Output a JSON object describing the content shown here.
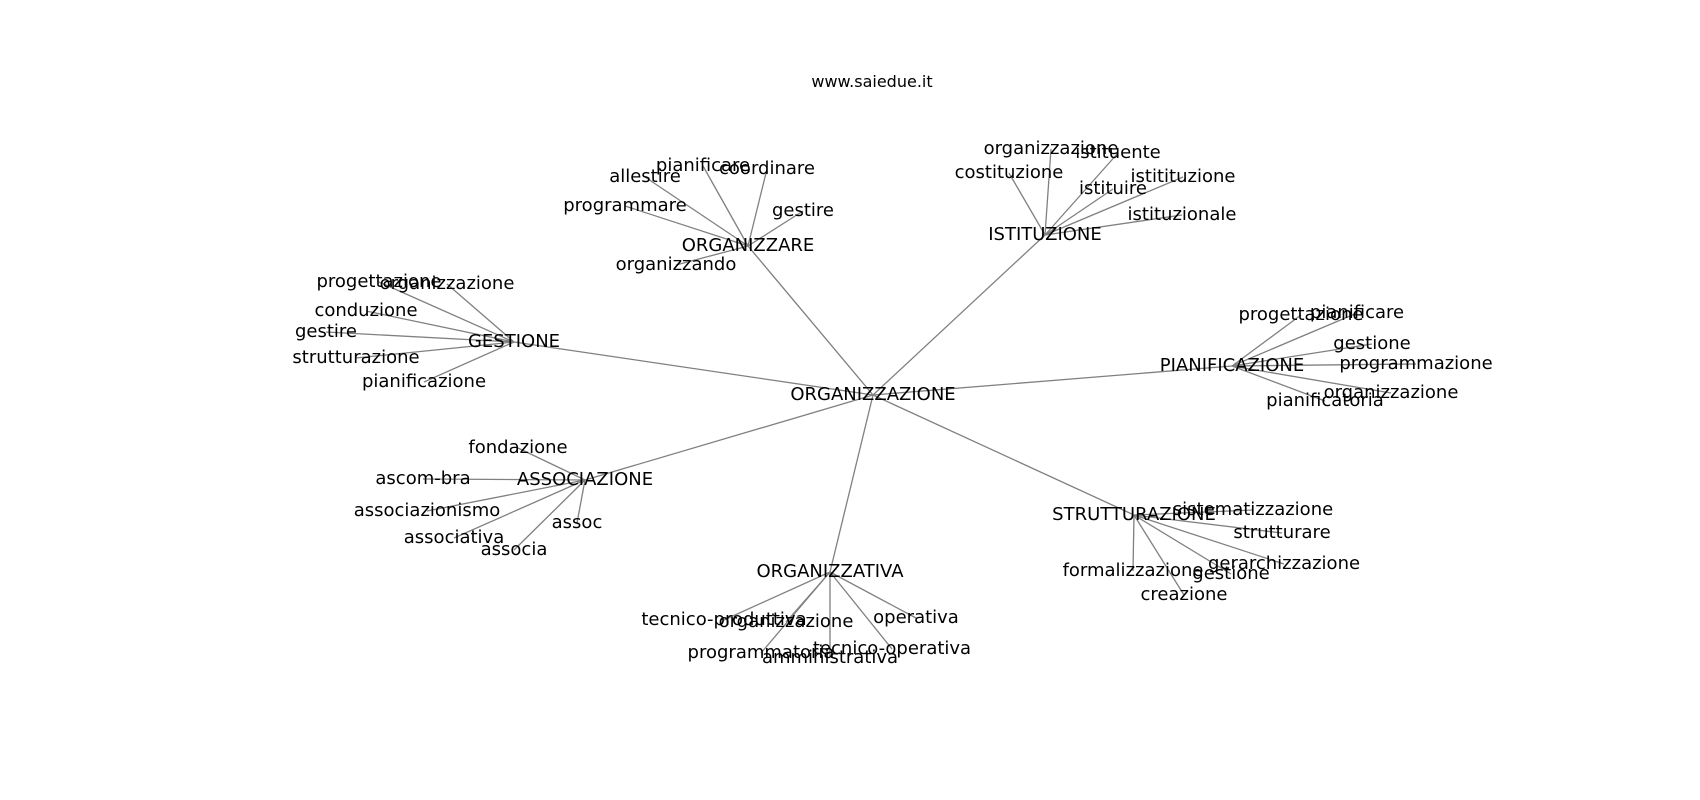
{
  "header": {
    "site": "www.saiedue.it"
  },
  "colors": {
    "edge": "#808080",
    "text": "#000000",
    "background": "#ffffff"
  },
  "graph": {
    "root": "ORGANIZZAZIONE",
    "nodes": [
      {
        "id": "root",
        "label": "ORGANIZZAZIONE"
      },
      {
        "id": "hub-organizzare",
        "label": "ORGANIZZARE"
      },
      {
        "id": "hub-istituzione",
        "label": "ISTITUZIONE"
      },
      {
        "id": "hub-gestione",
        "label": "GESTIONE"
      },
      {
        "id": "hub-pianificazione",
        "label": "PIANIFICAZIONE"
      },
      {
        "id": "hub-associazione",
        "label": "ASSOCIAZIONE"
      },
      {
        "id": "hub-strutturazione",
        "label": "STRUTTURAZIONE"
      },
      {
        "id": "hub-organizzativa",
        "label": "ORGANIZZATIVA"
      },
      {
        "id": "org-pianificare",
        "label": "pianificare"
      },
      {
        "id": "org-coordinare",
        "label": "coordinare"
      },
      {
        "id": "org-allestire",
        "label": "allestire"
      },
      {
        "id": "org-gestire",
        "label": "gestire"
      },
      {
        "id": "org-programmare",
        "label": "programmare"
      },
      {
        "id": "org-organizzando",
        "label": "organizzando"
      },
      {
        "id": "ist-organizzazione",
        "label": "organizzazione"
      },
      {
        "id": "ist-istituente",
        "label": "istituente"
      },
      {
        "id": "ist-costituzione",
        "label": "costituzione"
      },
      {
        "id": "ist-istitituzione",
        "label": "istitituzione"
      },
      {
        "id": "ist-istituire",
        "label": "istituire"
      },
      {
        "id": "ist-istituzionale",
        "label": "istituzionale"
      },
      {
        "id": "ges-progettazione",
        "label": "progettazione"
      },
      {
        "id": "ges-organizzazione",
        "label": "organizzazione"
      },
      {
        "id": "ges-conduzione",
        "label": "conduzione"
      },
      {
        "id": "ges-gestire",
        "label": "gestire"
      },
      {
        "id": "ges-strutturazione",
        "label": "strutturazione"
      },
      {
        "id": "ges-pianificazione",
        "label": "pianificazione"
      },
      {
        "id": "pia-progettazione",
        "label": "progettazione"
      },
      {
        "id": "pia-pianificare",
        "label": "pianificare"
      },
      {
        "id": "pia-gestione",
        "label": "gestione"
      },
      {
        "id": "pia-programmazione",
        "label": "programmazione"
      },
      {
        "id": "pia-organizzazione",
        "label": "organizzazione"
      },
      {
        "id": "pia-pianificatoria",
        "label": "pianificatoria"
      },
      {
        "id": "ass-fondazione",
        "label": "fondazione"
      },
      {
        "id": "ass-ascom-bra",
        "label": "ascom-bra"
      },
      {
        "id": "ass-associazionismo",
        "label": "associazionismo"
      },
      {
        "id": "ass-assoc",
        "label": "assoc"
      },
      {
        "id": "ass-associativa",
        "label": "associativa"
      },
      {
        "id": "ass-associa",
        "label": "associa"
      },
      {
        "id": "str-sistematizzazione",
        "label": "sistematizzazione"
      },
      {
        "id": "str-strutturare",
        "label": "strutturare"
      },
      {
        "id": "str-gerarchizzazione",
        "label": "gerarchizzazione"
      },
      {
        "id": "str-formalizzazione",
        "label": "formalizzazione"
      },
      {
        "id": "str-gestione",
        "label": "gestione"
      },
      {
        "id": "str-creazione",
        "label": "creazione"
      },
      {
        "id": "oza-tecnico-produttiva",
        "label": "tecnico-produttiva"
      },
      {
        "id": "oza-organizzazione",
        "label": "organizzazione"
      },
      {
        "id": "oza-operativa",
        "label": "operativa"
      },
      {
        "id": "oza-programmatoria",
        "label": "programmatoria"
      },
      {
        "id": "oza-tecnico-operativa",
        "label": "tecnico-operativa"
      },
      {
        "id": "oza-amministrativa",
        "label": "amministrativa"
      }
    ],
    "edges": [
      [
        "root",
        "hub-organizzare"
      ],
      [
        "root",
        "hub-istituzione"
      ],
      [
        "root",
        "hub-gestione"
      ],
      [
        "root",
        "hub-pianificazione"
      ],
      [
        "root",
        "hub-associazione"
      ],
      [
        "root",
        "hub-strutturazione"
      ],
      [
        "root",
        "hub-organizzativa"
      ],
      [
        "hub-organizzare",
        "org-pianificare"
      ],
      [
        "hub-organizzare",
        "org-coordinare"
      ],
      [
        "hub-organizzare",
        "org-allestire"
      ],
      [
        "hub-organizzare",
        "org-gestire"
      ],
      [
        "hub-organizzare",
        "org-programmare"
      ],
      [
        "hub-organizzare",
        "org-organizzando"
      ],
      [
        "hub-istituzione",
        "ist-organizzazione"
      ],
      [
        "hub-istituzione",
        "ist-istituente"
      ],
      [
        "hub-istituzione",
        "ist-costituzione"
      ],
      [
        "hub-istituzione",
        "ist-istitituzione"
      ],
      [
        "hub-istituzione",
        "ist-istituire"
      ],
      [
        "hub-istituzione",
        "ist-istituzionale"
      ],
      [
        "hub-gestione",
        "ges-progettazione"
      ],
      [
        "hub-gestione",
        "ges-organizzazione"
      ],
      [
        "hub-gestione",
        "ges-conduzione"
      ],
      [
        "hub-gestione",
        "ges-gestire"
      ],
      [
        "hub-gestione",
        "ges-strutturazione"
      ],
      [
        "hub-gestione",
        "ges-pianificazione"
      ],
      [
        "hub-pianificazione",
        "pia-progettazione"
      ],
      [
        "hub-pianificazione",
        "pia-pianificare"
      ],
      [
        "hub-pianificazione",
        "pia-gestione"
      ],
      [
        "hub-pianificazione",
        "pia-programmazione"
      ],
      [
        "hub-pianificazione",
        "pia-organizzazione"
      ],
      [
        "hub-pianificazione",
        "pia-pianificatoria"
      ],
      [
        "hub-associazione",
        "ass-fondazione"
      ],
      [
        "hub-associazione",
        "ass-ascom-bra"
      ],
      [
        "hub-associazione",
        "ass-associazionismo"
      ],
      [
        "hub-associazione",
        "ass-assoc"
      ],
      [
        "hub-associazione",
        "ass-associativa"
      ],
      [
        "hub-associazione",
        "ass-associa"
      ],
      [
        "hub-strutturazione",
        "str-sistematizzazione"
      ],
      [
        "hub-strutturazione",
        "str-strutturare"
      ],
      [
        "hub-strutturazione",
        "str-gerarchizzazione"
      ],
      [
        "hub-strutturazione",
        "str-formalizzazione"
      ],
      [
        "hub-strutturazione",
        "str-gestione"
      ],
      [
        "hub-strutturazione",
        "str-creazione"
      ],
      [
        "hub-organizzativa",
        "oza-tecnico-produttiva"
      ],
      [
        "hub-organizzativa",
        "oza-organizzazione"
      ],
      [
        "hub-organizzativa",
        "oza-operativa"
      ],
      [
        "hub-organizzativa",
        "oza-programmatoria"
      ],
      [
        "hub-organizzativa",
        "oza-tecnico-operativa"
      ],
      [
        "hub-organizzativa",
        "oza-amministrativa"
      ]
    ]
  }
}
